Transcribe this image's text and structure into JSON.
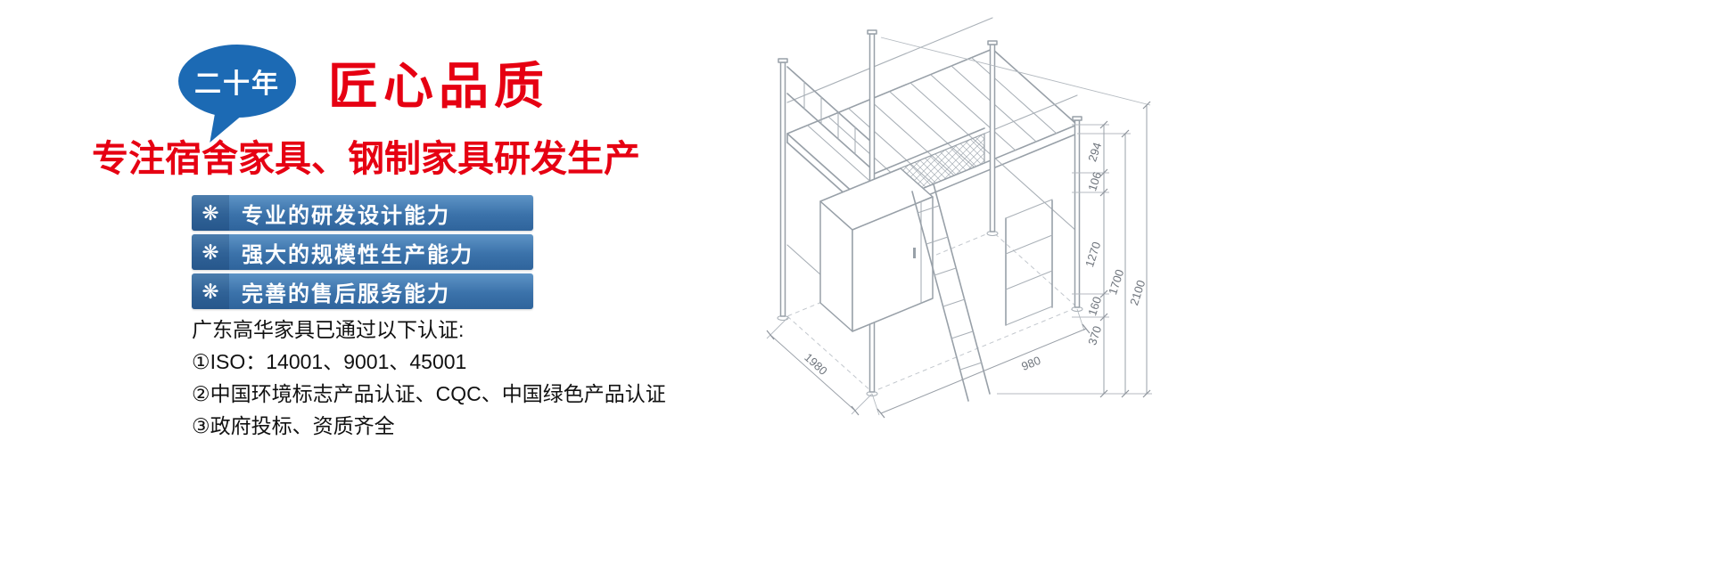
{
  "promo": {
    "badge": {
      "text": "二十年"
    },
    "title": {
      "text": "匠心品质"
    },
    "subtitle": {
      "text": "专注宿舍家具、钢制家具研发生产"
    },
    "features": [
      {
        "icon": "❋",
        "label": "专业的研发设计能力"
      },
      {
        "icon": "❋",
        "label": "强大的规模性生产能力"
      },
      {
        "icon": "❋",
        "label": "完善的售后服务能力"
      }
    ],
    "certifications": {
      "heading": "广东高华家具已通过以下认证:",
      "items": [
        "①ISO：14001、9001、45001",
        "②中国环境标志产品认证、CQC、中国绿色产品认证",
        "③政府投标、资质齐全"
      ]
    },
    "colors": {
      "brand_red": "#e60012",
      "bubble_blue": "#1c6ab4",
      "bar_blue": "#3b72aa",
      "text_dark": "#111111",
      "drawing_gray": "#98a0a8"
    }
  },
  "diagram": {
    "subject": "loft-bed-technical-drawing",
    "dims": {
      "d294": "294",
      "d106": "106",
      "d1270": "1270",
      "d1700": "1700",
      "d2100": "2100",
      "d160": "160",
      "d370": "370",
      "d1980": "1980",
      "d980": "980"
    }
  }
}
